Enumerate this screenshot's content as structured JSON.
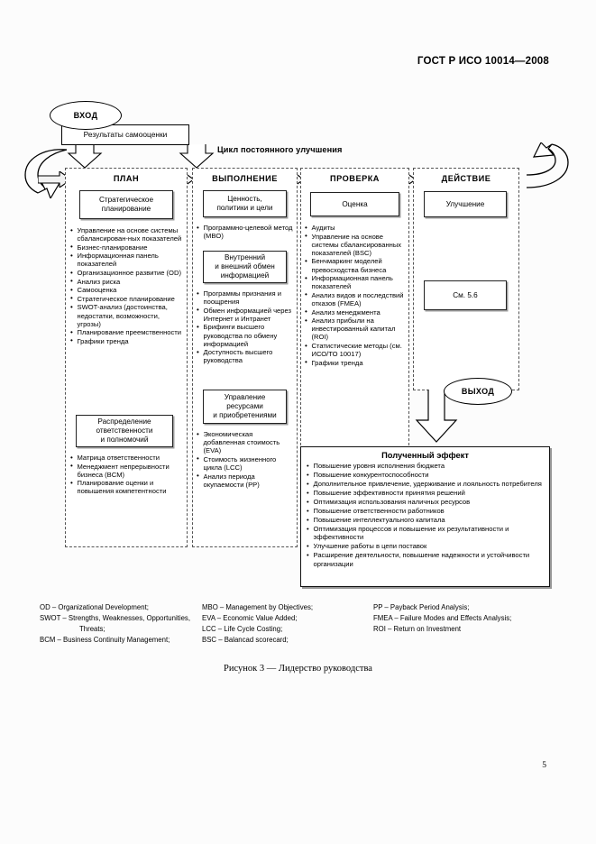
{
  "document": {
    "header": "ГОСТ Р ИСО 10014—2008",
    "page_number": "5",
    "figure_caption": "Рисунок 3 —  Лидерство руководства"
  },
  "diagram": {
    "input_oval": "ВХОД",
    "output_oval": "ВЫХОД",
    "self_assessment_box": "Результаты самооценки",
    "cycle_title": "Цикл постоянного улучшения",
    "columns": [
      {
        "id": "plan",
        "head": "ПЛАН",
        "blocks": [
          {
            "type": "box",
            "label": "Стратегическое\nпланирование"
          },
          {
            "type": "bullets",
            "items": [
              "Управление на основе системы сбалансирован-ных показателей",
              "Бизнес-планирование",
              "Информационная панель показателей",
              "Организационное развитие (OD)",
              "Анализ риска",
              "Самооценка",
              "Стратегическое планирование",
              "SWOT-анализ (достоинства, недостатки, возможности, угрозы)",
              "Планирование преемственности",
              "Графики тренда"
            ]
          },
          {
            "type": "box",
            "label": "Распределение\nответственности\nи полномочий"
          },
          {
            "type": "bullets",
            "items": [
              "Матрица ответственности",
              "Менеджмент непрерывности бизнеса (BCM)",
              "Планирование оценки и повышения компетентности"
            ]
          }
        ]
      },
      {
        "id": "do",
        "head": "ВЫПОЛНЕНИЕ",
        "blocks": [
          {
            "type": "box",
            "label": "Ценность,\nполитики и цели"
          },
          {
            "type": "bullets",
            "items": [
              "Программно-целевой метод (MBO)"
            ]
          },
          {
            "type": "box",
            "label": "Внутренний\nи внешний обмен\nинформацией"
          },
          {
            "type": "bullets",
            "items": [
              "Программы признания и поощрения",
              "Обмен информацией через Интернет и Интранет",
              "Брифинги высшего руководства по обмену информацией",
              "Доступность высшего руководства"
            ]
          },
          {
            "type": "box",
            "label": "Управление\nресурсами\nи приобретениями"
          },
          {
            "type": "bullets",
            "items": [
              "Экономическая добавленная стоимость (EVA)",
              "Стоимость жизненного цикла (LCC)",
              "Анализ периода окупаемости (PP)"
            ]
          }
        ]
      },
      {
        "id": "check",
        "head": "ПРОВЕРКА",
        "blocks": [
          {
            "type": "box",
            "label": "Оценка"
          },
          {
            "type": "bullets",
            "items": [
              "Аудиты",
              "Управление на основе системы сбалансированных показателей (BSC)",
              "Бенчмаркинг моделей превосходства бизнеса",
              "Информационная панель показателей",
              "Анализ видов и последствий отказов (FMEA)",
              "Анализ менеджмента",
              "Анализ прибыли на инвестированный капитал (ROI)",
              "Статистические методы (см. ИСО/ТО 10017)",
              "Графики тренда"
            ]
          }
        ]
      },
      {
        "id": "act",
        "head": "ДЕЙСТВИЕ",
        "blocks": [
          {
            "type": "box",
            "label": "Улучшение"
          },
          {
            "type": "box",
            "label": "См. 5.6"
          }
        ]
      }
    ],
    "result_box": {
      "title": "Полученный эффект",
      "items": [
        "Повышение уровня исполнения бюджета",
        "Повышение конкурентоспособности",
        "Дополнительное привлечение, удерживание и лояльность потребителя",
        "Повышение эффективности принятия решений",
        "Оптимизация использования наличных ресурсов",
        "Повышение ответственности работников",
        "Повышение интеллектуального капитала",
        "Оптимизация процессов и повышение их результативности и эффективности",
        "Улучшение работы в цепи поставок",
        "Расширение деятельности, повышение надежности и устойчивости организации"
      ]
    }
  },
  "legend": {
    "column1": [
      "OD – Organizational Development;",
      "SWOT – Strengths, Weaknesses, Opportunities,",
      "Threats;",
      "BCM – Business Continuity Management;"
    ],
    "column2": [
      "MBO – Management by Objectives;",
      "EVA – Economic Value Added;",
      "LCC – Life Cycle Costing;",
      "BSC – Balancad scorecard;"
    ],
    "column3": [
      "PP – Payback Period Analysis;",
      "FMEA – Failure Modes and Effects Analysis;",
      "ROI – Return on Investment"
    ]
  },
  "colors": {
    "ink": "#000000",
    "paper": "#fcfcfc",
    "dashed_border": "#555555",
    "shadow": "rgba(0,0,0,0.40)"
  }
}
